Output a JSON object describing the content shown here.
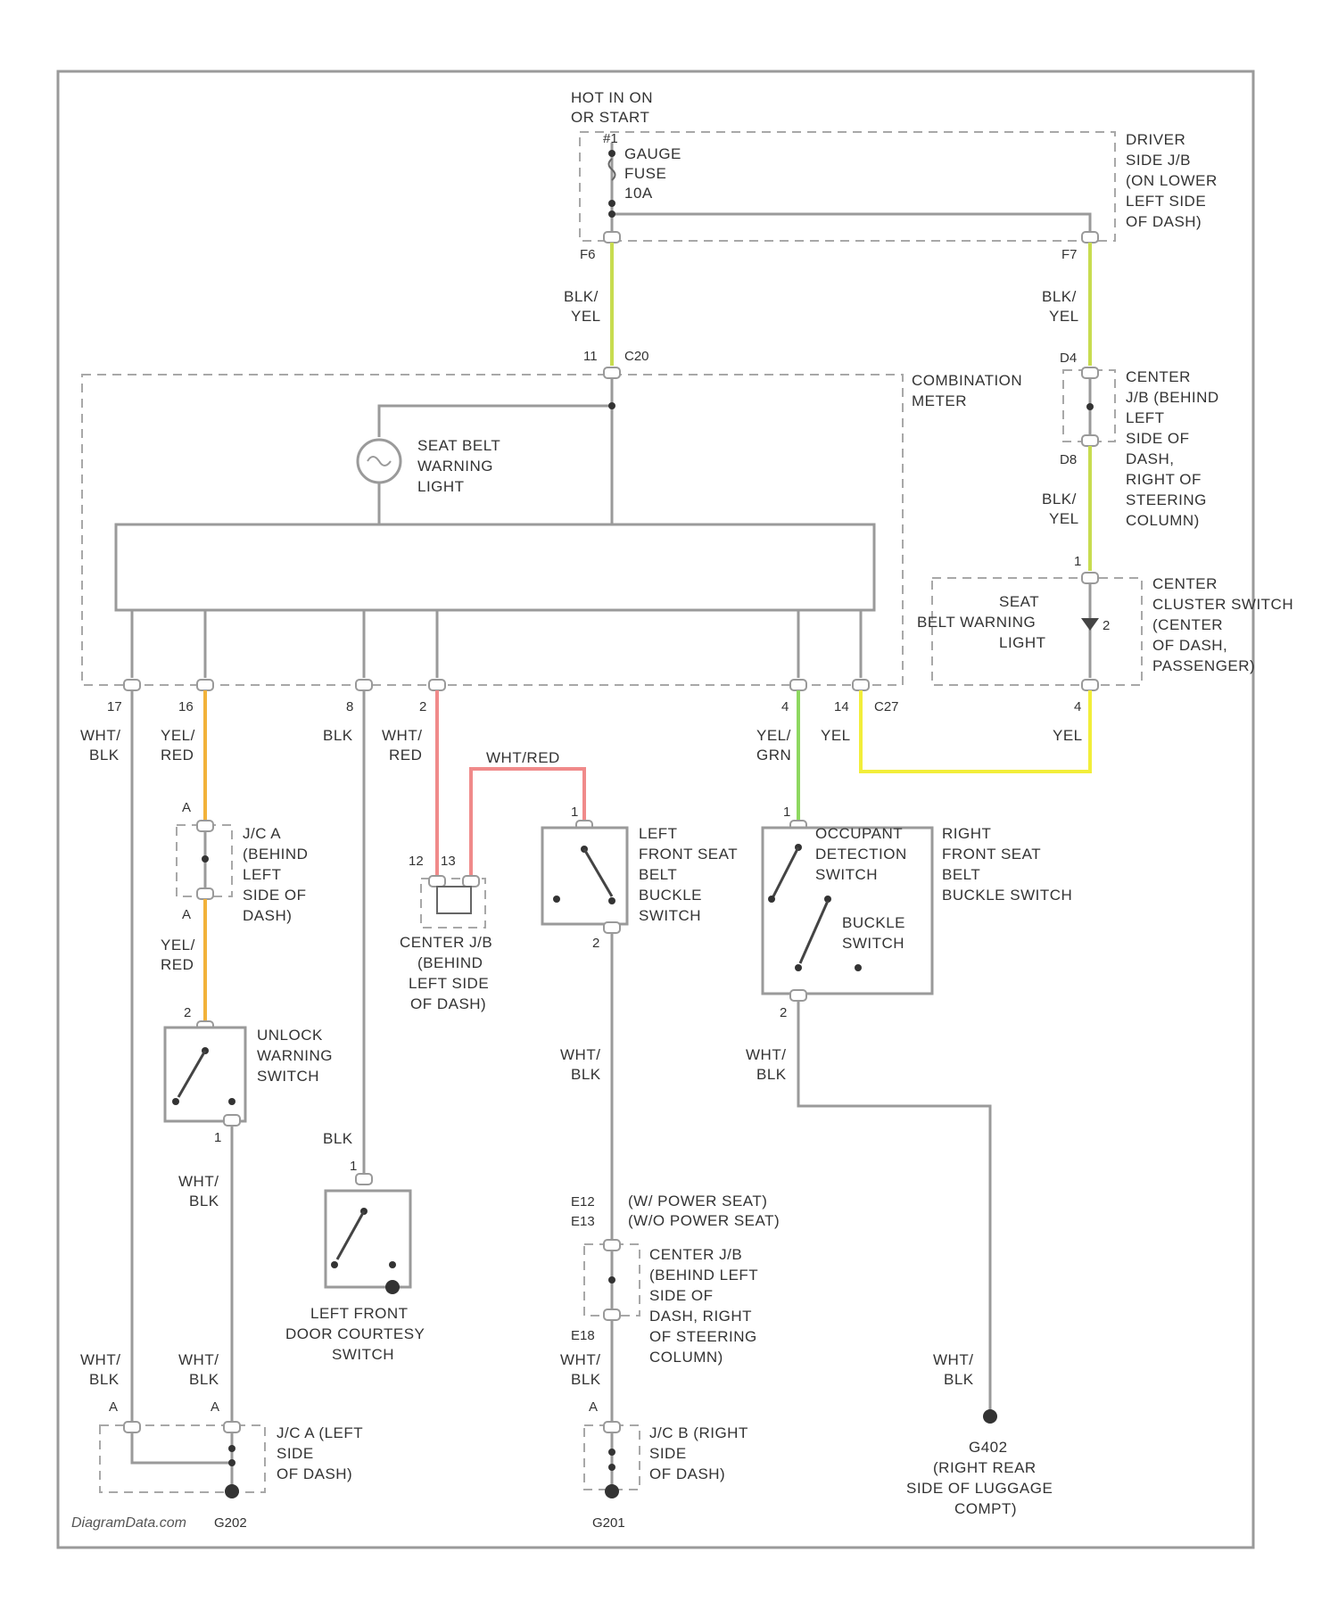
{
  "power": {
    "line1": "HOT IN ON",
    "line2": "OR START"
  },
  "fuse": {
    "pin_top": "#1",
    "line1": "GAUGE",
    "line2": "FUSE",
    "line3": "10A",
    "pin_left": "F6",
    "pin_right": "F7"
  },
  "driver_jb": {
    "line1": "DRIVER",
    "line2": "SIDE J/B",
    "line3": "(ON LOWER",
    "line4": "LEFT SIDE",
    "line5": "OF DASH)"
  },
  "wires": {
    "blk_yel_left_1": "BLK/",
    "blk_yel_left_2": "YEL",
    "blk_yel_right_1": "BLK/",
    "blk_yel_right_2": "YEL",
    "blk_yel_mid_1": "BLK/",
    "blk_yel_mid_2": "YEL",
    "wht_blk_1": "WHT/",
    "wht_blk_2": "BLK",
    "yel_red_1": "YEL/",
    "yel_red_2": "RED",
    "blk": "BLK",
    "wht_red_1": "WHT/",
    "wht_red_2": "RED",
    "wht_red_h": "WHT/RED",
    "yel_grn_1": "YEL/",
    "yel_grn_2": "GRN",
    "yel": "YEL",
    "yel_right": "YEL",
    "yel_red_low_1": "YEL/",
    "yel_red_low_2": "RED",
    "blk_low": "BLK",
    "wht_blk_mid_1": "WHT/",
    "wht_blk_mid_2": "BLK",
    "wht_blk_right_1": "WHT/",
    "wht_blk_right_2": "BLK",
    "wht_blk_sw_1": "WHT/",
    "wht_blk_sw_2": "BLK",
    "wht_blk_b1_1": "WHT/",
    "wht_blk_b1_2": "BLK",
    "wht_blk_b2_1": "WHT/",
    "wht_blk_b2_2": "BLK",
    "wht_blk_b3_1": "WHT/",
    "wht_blk_b3_2": "BLK",
    "wht_blk_b4_1": "WHT/",
    "wht_blk_b4_2": "BLK"
  },
  "combination_meter": {
    "connector": "C20",
    "pin_top": "11",
    "label1": "COMBINATION",
    "label2": "METER",
    "light1": "SEAT BELT",
    "light2": "WARNING",
    "light3": "LIGHT",
    "pins": [
      "17",
      "16",
      "8",
      "2",
      "4",
      "14"
    ],
    "connector_bottom": "C27"
  },
  "center_jb_upper": {
    "pin_top": "D4",
    "pin_bottom": "D8",
    "line1": "CENTER",
    "line2": "J/B (BEHIND",
    "line3": "LEFT",
    "line4": "SIDE OF",
    "line5": "DASH,",
    "line6": "RIGHT OF",
    "line7": "STEERING",
    "line8": "COLUMN)"
  },
  "cluster_switch": {
    "pin_top": "1",
    "pin_side": "2",
    "pin_bottom": "4",
    "line1": "SEAT",
    "line2": "BELT WARNING",
    "line3": "LIGHT",
    "label1": "CENTER",
    "label2": "CLUSTER SWITCH",
    "label3": "(CENTER",
    "label4": "OF DASH,",
    "label5": "PASSENGER)"
  },
  "jc_a_left": {
    "pin_top": "A",
    "pin_bottom": "A",
    "line1": "J/C A",
    "line2": "(BEHIND",
    "line3": "LEFT",
    "line4": "SIDE OF",
    "line5": "DASH)"
  },
  "center_jb_small": {
    "pin_left": "12",
    "pin_right": "13",
    "line1": "CENTER J/B",
    "line2": "(BEHIND",
    "line3": "LEFT SIDE",
    "line4": "OF DASH)"
  },
  "left_seat_switch": {
    "pin_top": "1",
    "pin_bottom": "2",
    "line1": "LEFT",
    "line2": "FRONT SEAT",
    "line3": "BELT",
    "line4": "BUCKLE",
    "line5": "SWITCH"
  },
  "right_seat_switch": {
    "pin_top": "1",
    "pin_bottom": "2",
    "occ1": "OCCUPANT",
    "occ2": "DETECTION",
    "occ3": "SWITCH",
    "buckle1": "BUCKLE",
    "buckle2": "SWITCH",
    "line1": "RIGHT",
    "line2": "FRONT SEAT",
    "line3": "BELT",
    "line4": "BUCKLE SWITCH"
  },
  "unlock_switch": {
    "pin_top": "2",
    "pin_bottom": "1",
    "line1": "UNLOCK",
    "line2": "WARNING",
    "line3": "SWITCH"
  },
  "door_switch": {
    "pin_top": "1",
    "line1": "LEFT FRONT",
    "line2": "DOOR COURTESY",
    "line3": "SWITCH"
  },
  "power_seat": {
    "pin1": "E12",
    "pin2": "E13",
    "text1": "(W/ POWER SEAT)",
    "text2": "(W/O POWER SEAT)",
    "pin_bottom": "E18",
    "line1": "CENTER J/B",
    "line2": "(BEHIND LEFT",
    "line3": "SIDE OF",
    "line4": "DASH, RIGHT",
    "line5": "OF STEERING",
    "line6": "COLUMN)"
  },
  "jc_a_leftside": {
    "pin_a1": "A",
    "pin_a2": "A",
    "line1": "J/C A (LEFT",
    "line2": "SIDE",
    "line3": "OF DASH)",
    "ground": "G202"
  },
  "jc_b_right": {
    "pin_top": "A",
    "line1": "J/C B (RIGHT",
    "line2": "SIDE",
    "line3": "OF DASH)",
    "ground": "G201"
  },
  "ground_rear": {
    "id": "G402",
    "line1": "(RIGHT REAR",
    "line2": "SIDE OF LUGGAGE",
    "line3": "COMPT)"
  },
  "footer": {
    "credit": "DiagramData.com"
  },
  "colors": {
    "yellow": "#f2ee3a",
    "orange": "#f2b23a",
    "red": "#f08a8a",
    "yellow_green": "#c8dc50",
    "green": "#8ed860"
  }
}
